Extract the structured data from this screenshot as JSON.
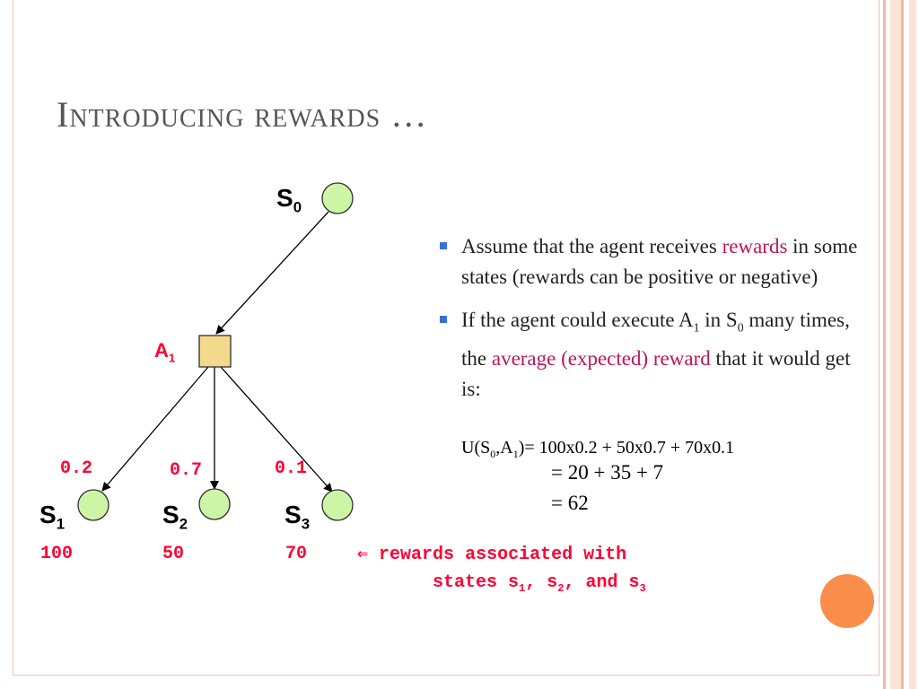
{
  "title": "Introducing rewards …",
  "diagram": {
    "nodes": {
      "s0": {
        "label": "S",
        "sub": "0"
      },
      "a1": {
        "label": "A",
        "sub": "1"
      },
      "s1": {
        "label": "S",
        "sub": "1",
        "reward": "100"
      },
      "s2": {
        "label": "S",
        "sub": "2",
        "reward": "50"
      },
      "s3": {
        "label": "S",
        "sub": "3",
        "reward": "70"
      }
    },
    "probabilities": {
      "p1": "0.2",
      "p2": "0.7",
      "p3": "0.1"
    },
    "note": {
      "arrow": "⇐",
      "line1": " rewards associated with",
      "line2_prefix": "states s",
      "s1_sub": "1",
      "sep1": ", s",
      "s2_sub": "2",
      "sep2": ", and s",
      "s3_sub": "3"
    }
  },
  "bullets": [
    {
      "pre": "Assume that the agent receives ",
      "highlight": "rewards",
      "post": " in some states (rewards can be positive or negative)"
    },
    {
      "pre": "If the agent could execute A",
      "sub1": "1",
      "mid1": " in S",
      "sub2": "0",
      "mid2": " many times, the ",
      "highlight": "average (expected) reward",
      "post": " that it would get is:"
    }
  ],
  "formula": {
    "pre": "U(S",
    "sub1": "0",
    "mid": ",A",
    "sub2": "1",
    "post": ")= 100x0.2 + 50x0.7 + 70x0.1",
    "line2": "= 20 + 35 + 7",
    "line3": "= 62"
  },
  "colors": {
    "state_fill": "#ccf5a6",
    "action_fill": "#f3d98b",
    "accent_red": "#ff0033",
    "highlight": "#c0145a",
    "deco_orange": "#fa8d4a"
  }
}
